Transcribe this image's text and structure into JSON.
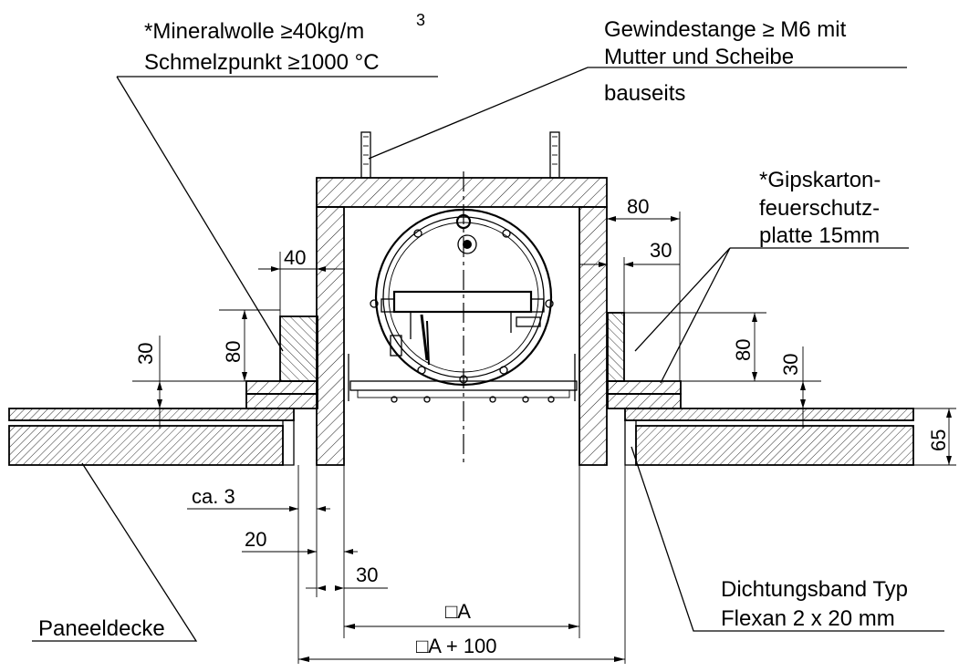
{
  "labels": {
    "mineral_line1": "*Mineralwolle ≥40kg/m",
    "mineral_sup": "3",
    "mineral_line2": "Schmelzpunkt ≥1000 °C",
    "rod_line1": "Gewindestange ≥ M6 mit",
    "rod_line2": "Mutter und Scheibe",
    "rod_line3": "bauseits",
    "gips_line1": "*Gipskarton-",
    "gips_line2": "feuerschutz-",
    "gips_line3": "platte 15mm",
    "seal_line1": "Dichtungsband Typ",
    "seal_line2": "Flexan 2 x 20 mm",
    "panel": "Paneeldecke"
  },
  "dimensions": {
    "d40": "40",
    "d80_right_top": "80",
    "d30_right_top": "30",
    "d30_left": "30",
    "d80_left": "80",
    "d80_right": "80",
    "d30_right": "30",
    "d65": "65",
    "ca3": "ca. 3",
    "d20": "20",
    "d30_bottom": "30",
    "dA": "□A",
    "dA100": "□A + 100"
  }
}
